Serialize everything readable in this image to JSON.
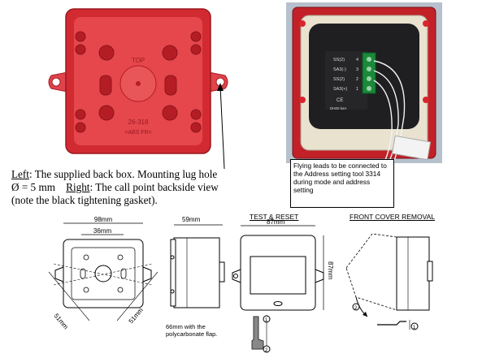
{
  "photo_left": {
    "top_label": "TOP",
    "part_number": "26-318",
    "material": ">ABS FR<"
  },
  "photo_right": {
    "terminals": [
      "SS(2)",
      "SA3(-)",
      "SS(2)",
      "SA3(+)"
    ],
    "terminal_numbers": [
      "4",
      "3",
      "2",
      "1"
    ],
    "ce_mark": "CE",
    "serial": "DH00 kaA"
  },
  "caption": {
    "left_label": "Left",
    "left_text": ":  The supplied back box.  Mounting lug hole",
    "line2": "Ø = 5 mm",
    "right_label": "Right",
    "right_text": ":  The call point backside view",
    "line3": "(note the black tightening gasket)."
  },
  "note": {
    "text": "Flying leads to be connected to the Address setting tool 3314 during mode and address setting"
  },
  "drawings": {
    "front": {
      "width": "98mm",
      "inner": "36mm",
      "diag_left": "51mm",
      "diag_right": "51mm"
    },
    "side": {
      "depth": "59mm",
      "note": "66mm with the polycarbonate flap."
    },
    "test": {
      "title": "TEST & RESET",
      "width": "87mm",
      "height": "87mm",
      "step1": "1",
      "step2": "2"
    },
    "cover": {
      "title": "FRONT COVER REMOVAL",
      "step1": "1",
      "step2": "2"
    }
  }
}
